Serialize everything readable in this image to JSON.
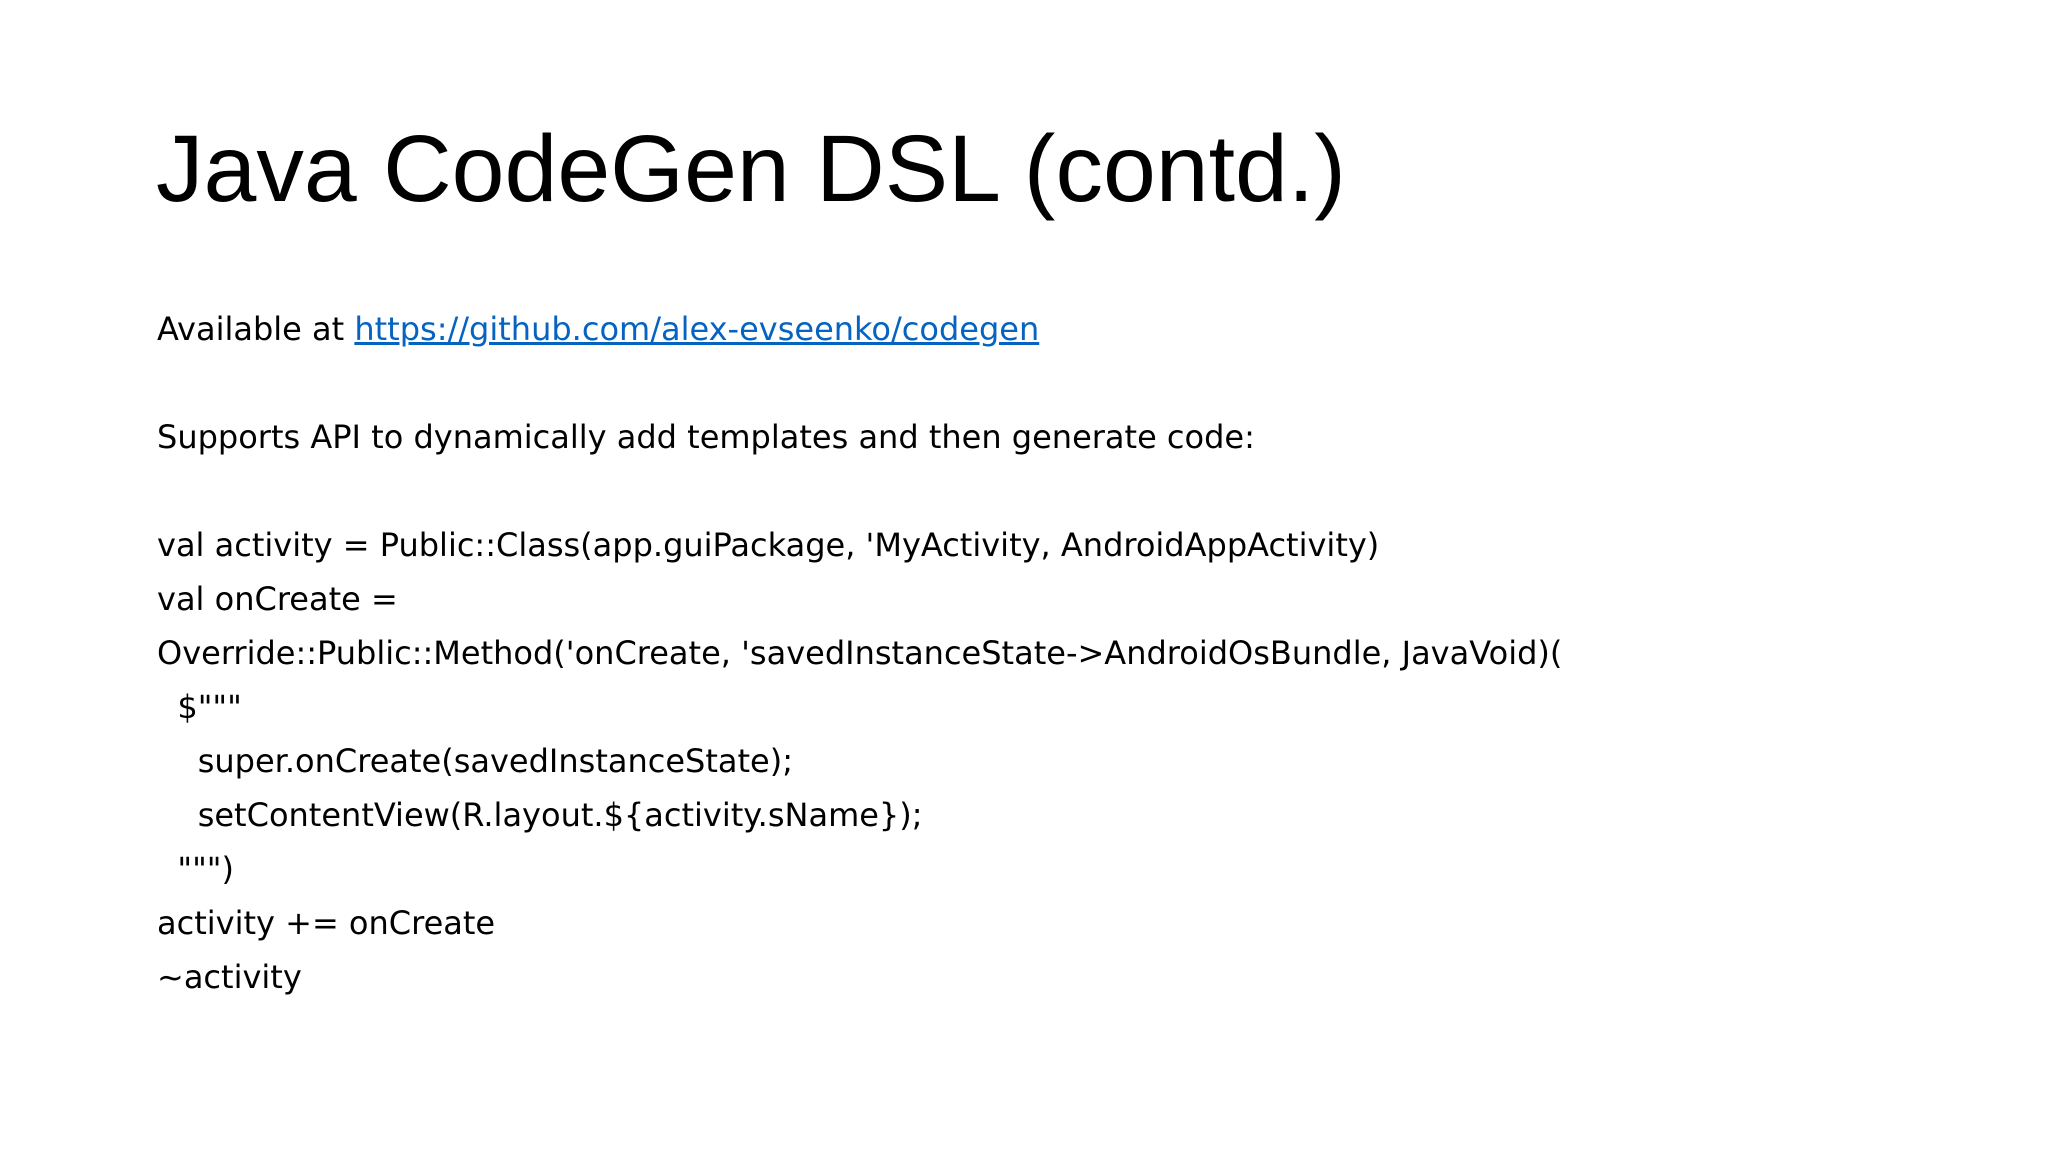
{
  "slide": {
    "title": "Java CodeGen DSL (contd.)",
    "available_prefix": "Available at ",
    "link_text": "https://github.com/alex-evseenko/codegen",
    "supports_text": "Supports API to dynamically add templates and then generate code:",
    "code_lines": [
      "val activity = Public::Class(app.guiPackage, 'MyActivity, AndroidAppActivity)",
      "val onCreate =",
      "Override::Public::Method('onCreate, 'savedInstanceState->AndroidOsBundle, JavaVoid)(",
      "  $\"\"\"",
      "    super.onCreate(savedInstanceState);",
      "    setContentView(R.layout.${activity.sName});",
      "  \"\"\")",
      "activity += onCreate",
      "~activity"
    ],
    "link_color": "#0563c1"
  }
}
